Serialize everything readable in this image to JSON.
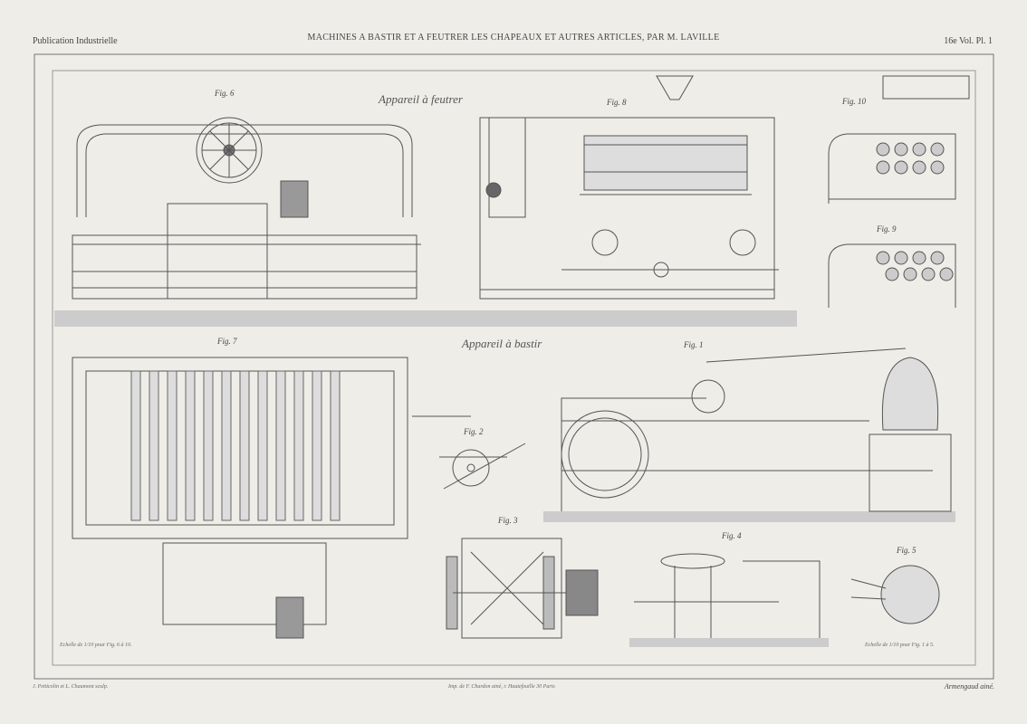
{
  "header": {
    "left": "Publication Industrielle",
    "title": "MACHINES A BASTIR ET A FEUTRER LES CHAPEAUX ET AUTRES ARTICLES, PAR M. LAVILLE",
    "right": "16e Vol. Pl. 1"
  },
  "sections": {
    "felting": "Appareil à feutrer",
    "basting": "Appareil à bastir"
  },
  "figures": [
    "Fig. 6",
    "Fig. 8",
    "Fig. 10",
    "Fig. 9",
    "Fig. 7",
    "Fig. 1",
    "Fig. 2",
    "Fig. 3",
    "Fig. 4",
    "Fig. 5"
  ],
  "scales": {
    "left": "Echelle de 1/10 pour Fig. 6 à 10.",
    "right": "Echelle de 1/10 pour Fig. 1 à 5."
  },
  "footer": {
    "left": "J. Petitcolin et L. Chaumont sculp.",
    "center": "Imp. de F. Chardon ainé, r. Hautefeuille 30 Paris",
    "right": "Armengaud ainé."
  }
}
